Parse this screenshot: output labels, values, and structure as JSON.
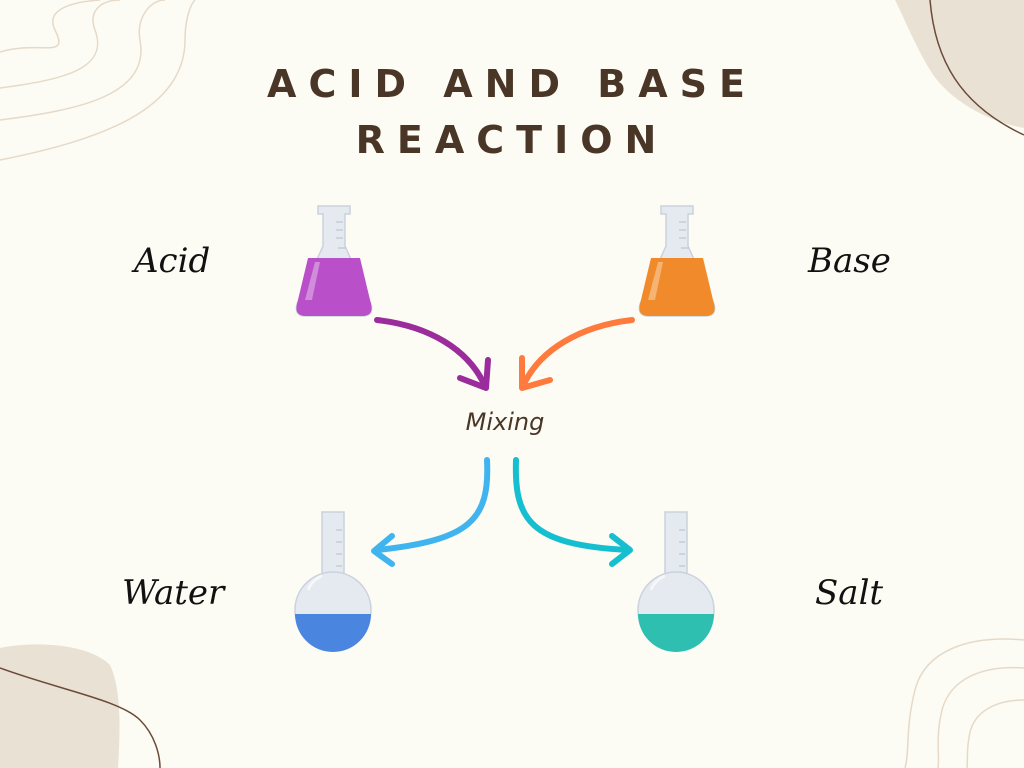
{
  "title": {
    "line1": "ACID AND BASE",
    "line2": "REACTION"
  },
  "nodes": {
    "acid": "Acid",
    "base": "Base",
    "mixing": "Mixing",
    "water": "Water",
    "salt": "Salt"
  },
  "colors": {
    "background": "#fcfcf5",
    "title": "#4a3626",
    "acid_liquid": "#b94fc9",
    "acid_arrow": "#9b2c9c",
    "base_liquid": "#f08a2a",
    "base_arrow": "#ff7a3d",
    "water_liquid": "#4a86e0",
    "water_arrow": "#3fb4ef",
    "salt_liquid": "#2ebfb0",
    "salt_arrow": "#16bfcf",
    "decor": "#e8dfd1"
  },
  "icons": [
    "erlenmeyer-flask-icon",
    "round-bottom-flask-icon",
    "curved-arrow-icon"
  ]
}
